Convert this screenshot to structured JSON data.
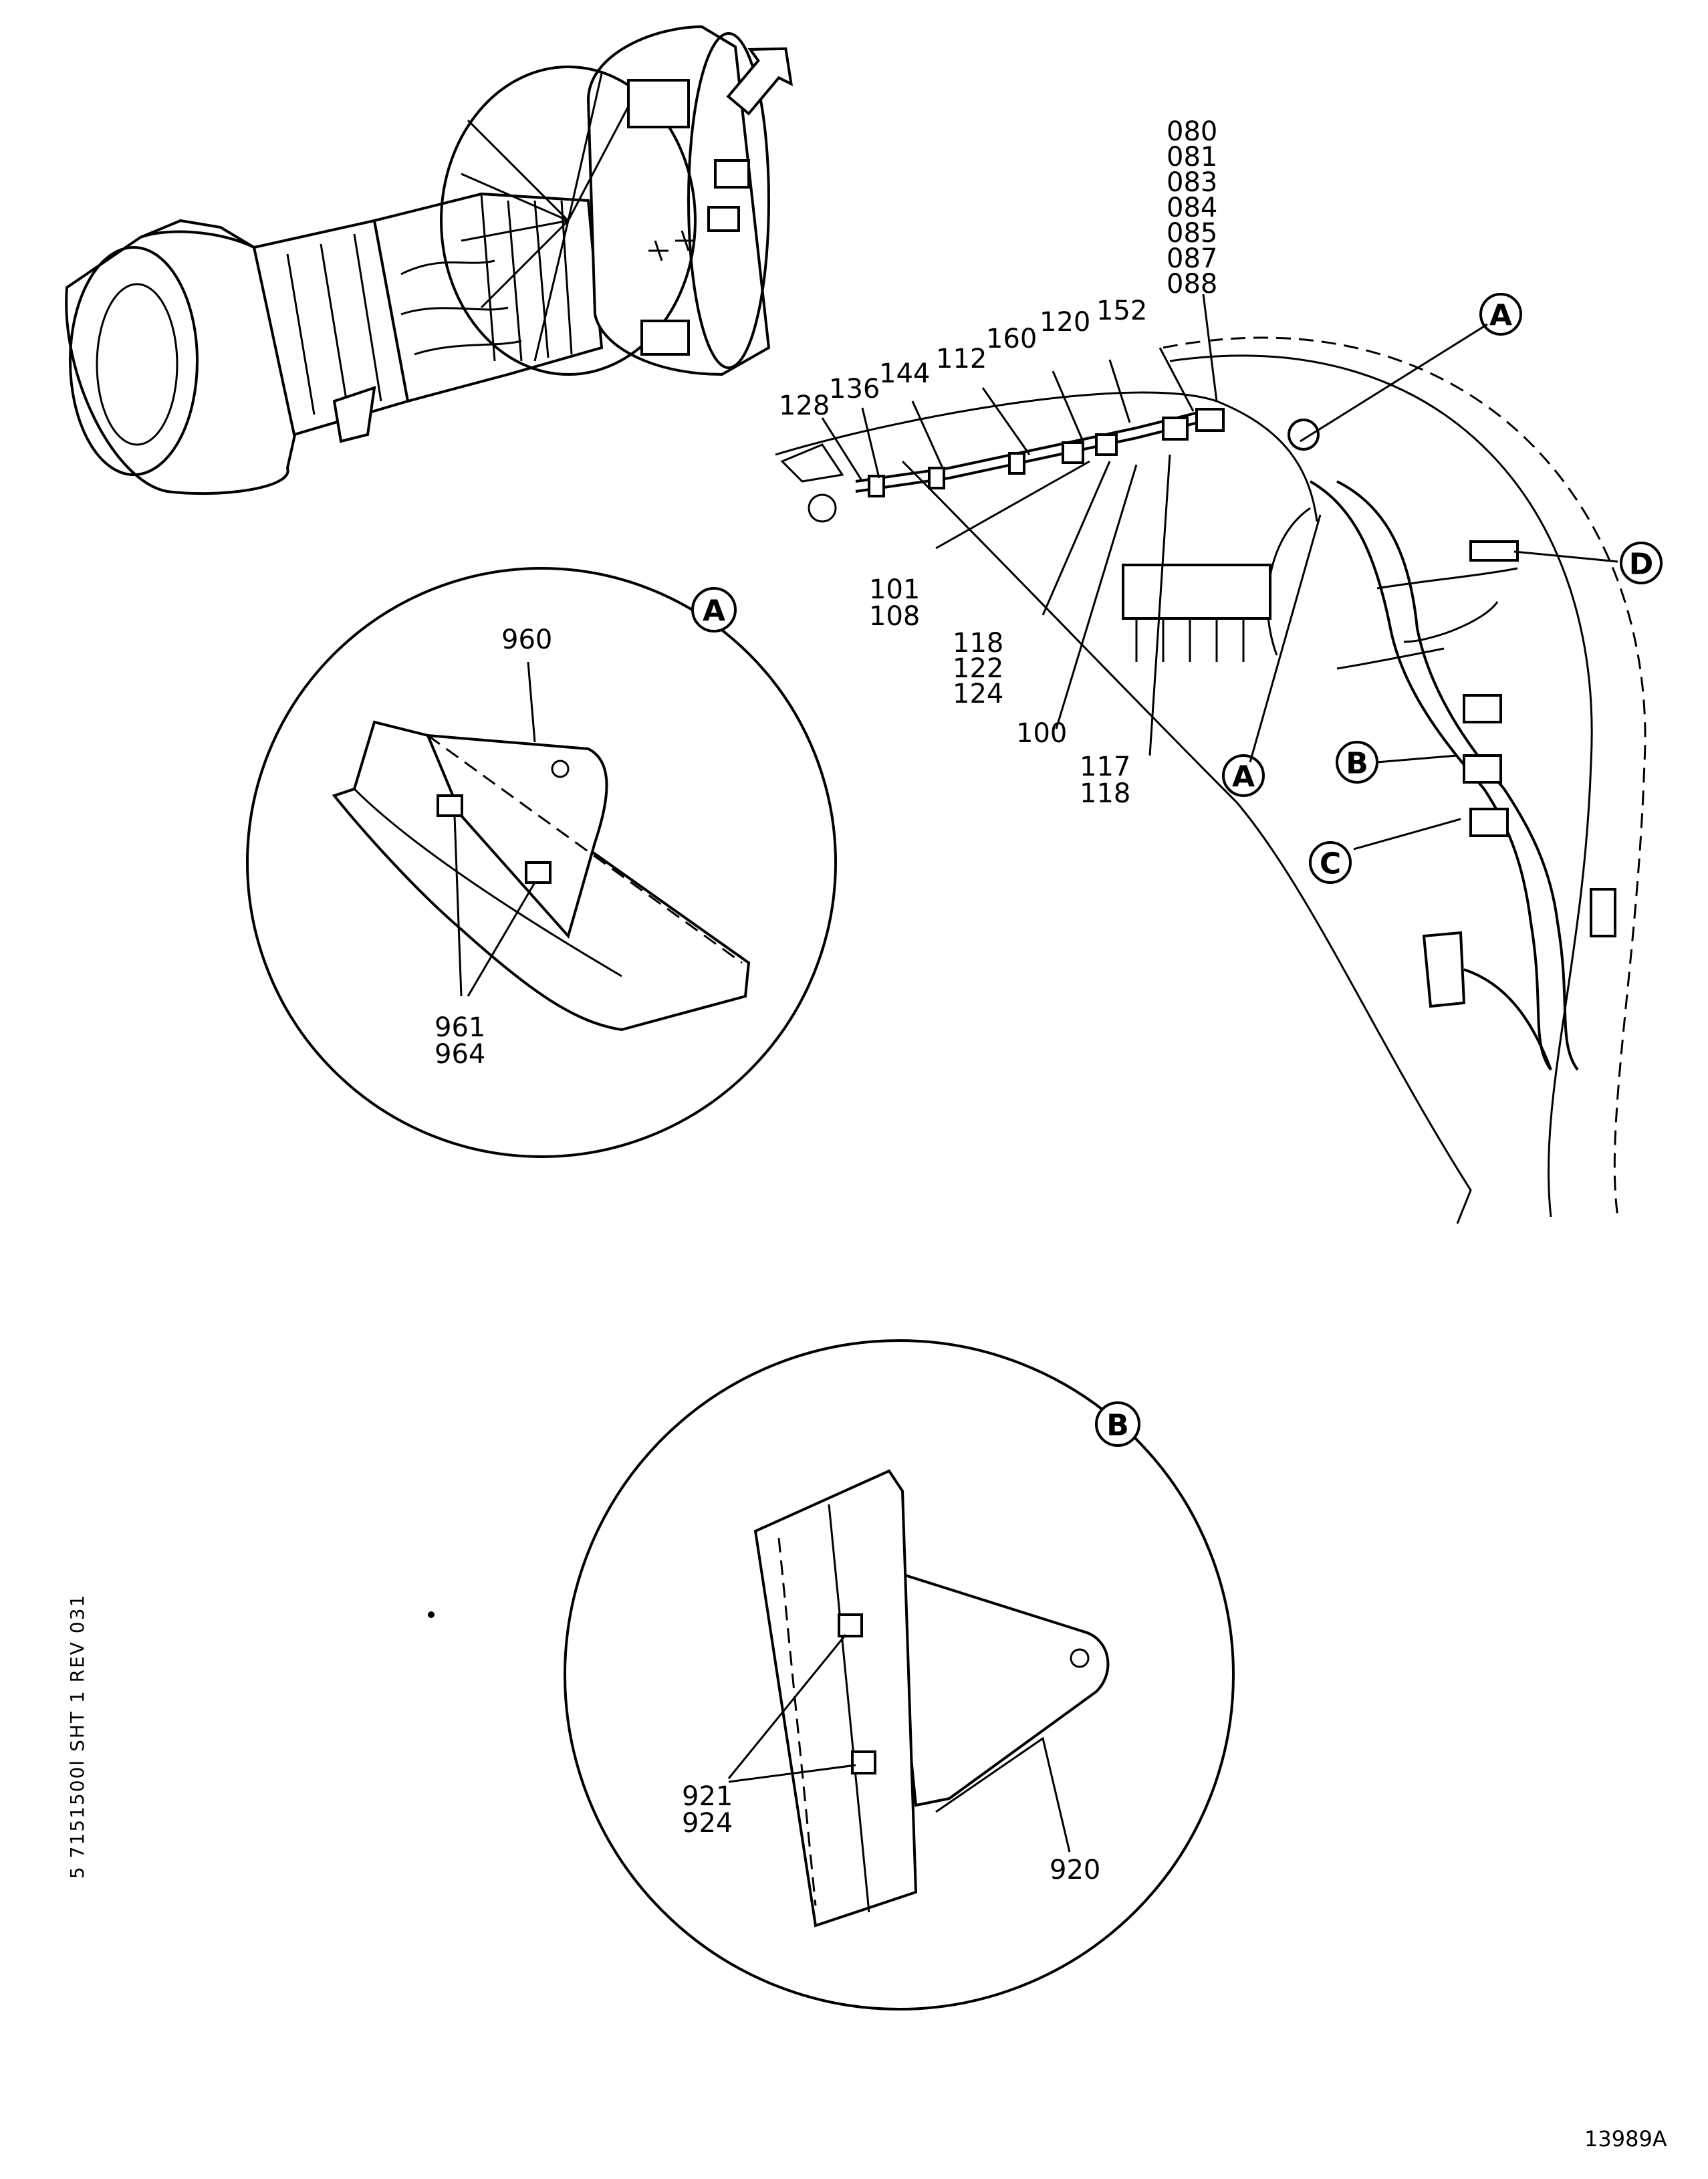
{
  "engine": {
    "callouts": [
      "080",
      "081",
      "083",
      "084",
      "085",
      "087",
      "088",
      "152",
      "120",
      "160",
      "112",
      "144",
      "136",
      "128",
      "101",
      "108",
      "118",
      "122",
      "124",
      "100",
      "117",
      "118"
    ],
    "refs": {
      "a": "A",
      "b": "B",
      "c": "C",
      "d": "D"
    }
  },
  "detail_a": {
    "ref": "A",
    "callouts": [
      "960",
      "961",
      "964"
    ]
  },
  "detail_b": {
    "ref": "B",
    "callouts": [
      "920",
      "921",
      "924"
    ]
  },
  "side_note": "5 7151500l  SHT  1 REV 031",
  "drawing_id": "13989A"
}
